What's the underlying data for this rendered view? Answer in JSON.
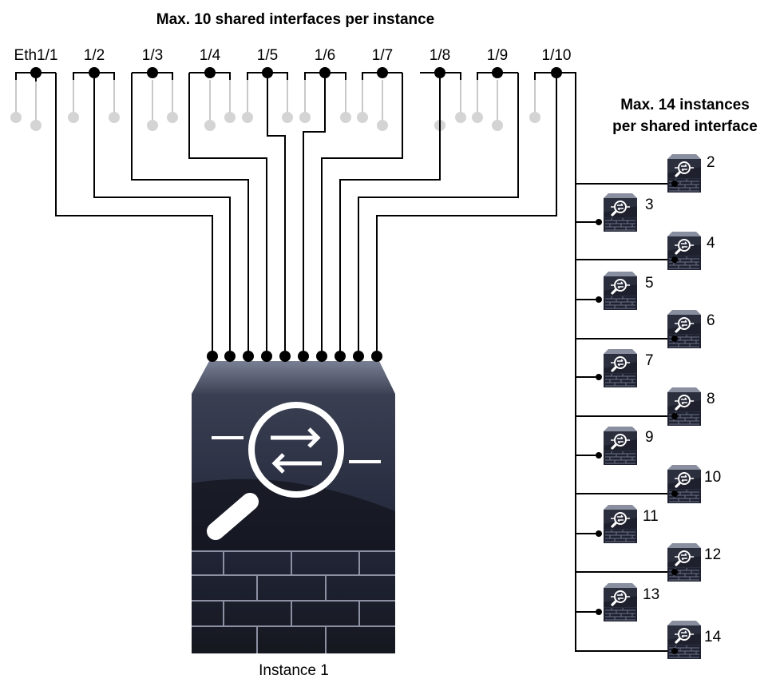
{
  "diagram": {
    "title": "Max. 10 shared interfaces per instance",
    "side_title_line1": "Max. 14 instances",
    "side_title_line2": "per shared interface",
    "interfaces": [
      "Eth1/1",
      "1/2",
      "1/3",
      "1/4",
      "1/5",
      "1/6",
      "1/7",
      "1/8",
      "1/9",
      "1/10"
    ],
    "main_instance_label": "Instance 1",
    "other_instances": [
      "2",
      "3",
      "4",
      "5",
      "6",
      "7",
      "8",
      "9",
      "10",
      "11",
      "12",
      "13",
      "14"
    ],
    "colors": {
      "wire": "#000000",
      "unused_link": "#c9c9c9",
      "device_body": "#1c1f2b",
      "device_top": "#4a4f63",
      "device_icon": "#ffffff"
    },
    "icons": [
      "firewall-device-icon",
      "magnifier-arrows-icon",
      "brick-wall-icon"
    ]
  }
}
